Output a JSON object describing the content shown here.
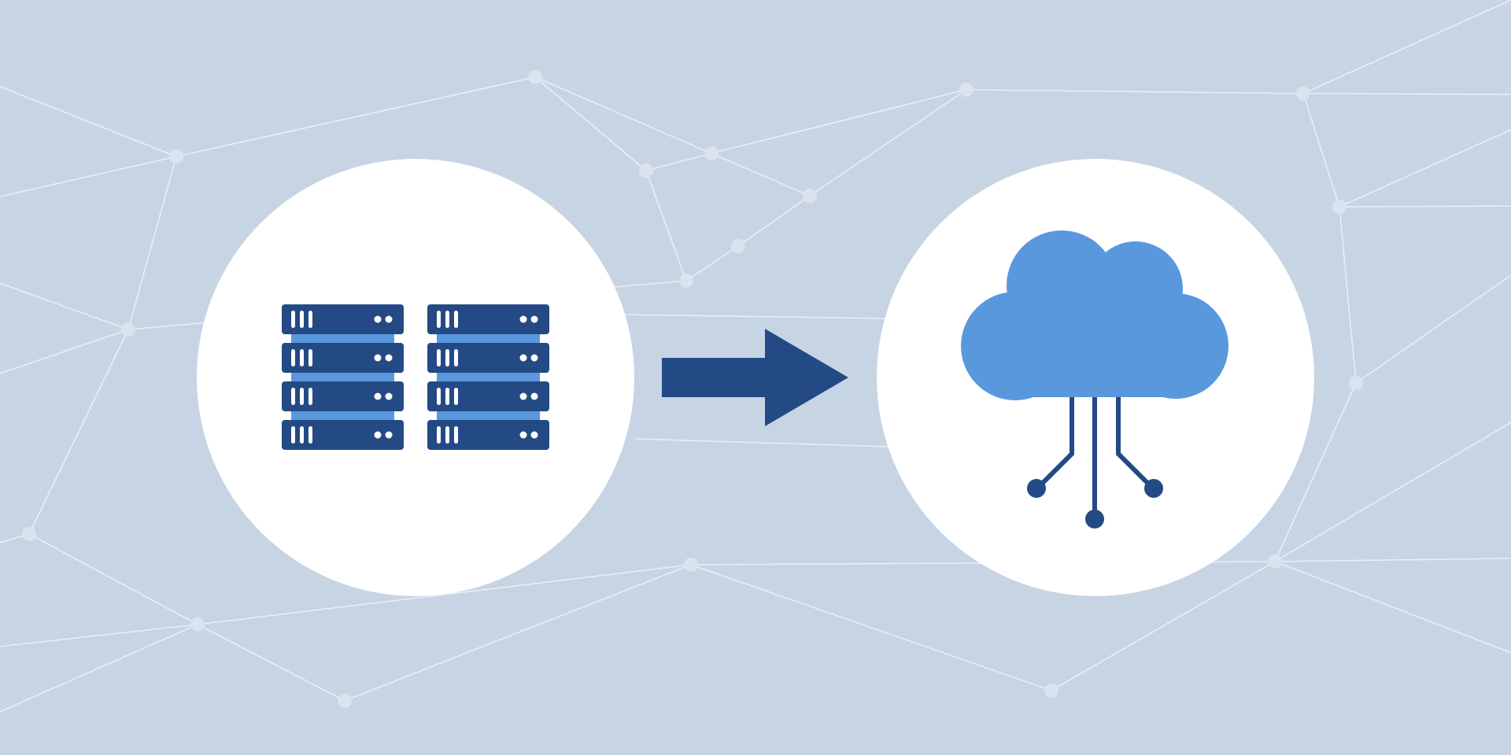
{
  "colors": {
    "background": "#c7d4e4",
    "network_line": "#e9eef5",
    "network_node": "#dbe3ee",
    "circle_fill": "#ffffff",
    "server_dark": "#244a85",
    "server_accent": "#5a98de",
    "server_detail": "#ffffff",
    "arrow": "#244a85",
    "cloud": "#5a98de",
    "connector": "#244a85"
  },
  "icons": {
    "source": "server-rack-icon",
    "direction": "arrow-right-icon",
    "destination": "cloud-network-icon",
    "backdrop": "network-mesh"
  },
  "server": {
    "racks": 2,
    "units_per_rack": 4
  }
}
